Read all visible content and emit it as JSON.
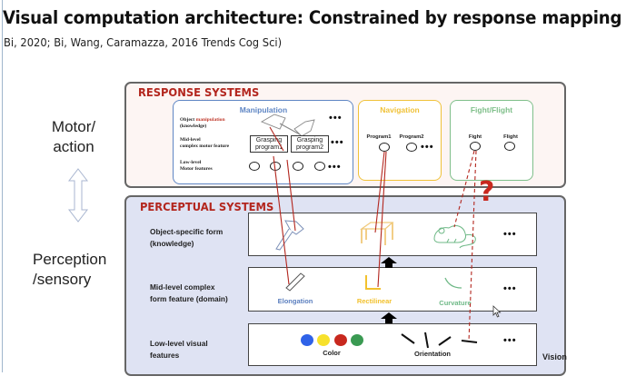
{
  "slide": {
    "title": "Visual computation architecture: Constrained by response mapping",
    "subtitle": "Bi, 2020; Bi, Wang, Caramazza, 2016 Trends Cog Sci)"
  },
  "side_labels": {
    "motor": [
      "Motor/",
      "action"
    ],
    "perception": [
      "Perception",
      "/sensory"
    ],
    "arrow_icon": "double-vertical-arrow"
  },
  "response_systems": {
    "title": "RESPONSE SYSTEMS",
    "row_labels": [
      {
        "line1_prefix": "Object ",
        "line1_highlight": "manipulation",
        "line2": "(knowledge)"
      },
      {
        "line1": "Mid-level",
        "line2": "complex motor feature"
      },
      {
        "line1": "Low-level",
        "line2": "Motor features"
      }
    ],
    "manipulation": {
      "title": "Manipulation",
      "programs": [
        {
          "line1": "Grasping",
          "line2": "program1"
        },
        {
          "line1": "Grasping",
          "line2": "program2"
        }
      ],
      "ellipsis": "•••"
    },
    "navigation": {
      "title": "Navigation",
      "programs": [
        "Program1",
        "Program2"
      ],
      "ellipsis": "•••"
    },
    "fight_flight": {
      "title": "Fight/Flight",
      "programs": [
        "Fight",
        "Flight"
      ]
    }
  },
  "perceptual_systems": {
    "title": "PERCEPTUAL SYSTEMS",
    "rows": [
      {
        "line1": "Object-specific form",
        "line2": "(knowledge)"
      },
      {
        "line1": "Mid-level complex",
        "line2": "form feature (domain)"
      },
      {
        "line1": "Low-level visual",
        "line2": "features"
      }
    ],
    "objects": [
      "axe",
      "table",
      "mouse"
    ],
    "mid_features": [
      {
        "label": "Elongation",
        "color": "#5b7fbf"
      },
      {
        "label": "Rectilinear",
        "color": "#f2c12e"
      },
      {
        "label": "Curvature",
        "color": "#6fb987"
      }
    ],
    "low_features": {
      "color_label": "Color",
      "colors": [
        "#2f62e8",
        "#f7e12c",
        "#c8281e",
        "#3a9a52"
      ],
      "orientation_label": "Orientation"
    },
    "ellipsis": "•••",
    "modality": "Vision"
  },
  "annotation": {
    "question_mark": "?",
    "color": "#c8281e"
  },
  "colors": {
    "response_title": "#b3261e",
    "manipulation": "#4a7cc9",
    "navigation": "#f0c239",
    "fight_flight": "#7fbf8a",
    "link_line": "#b3261e"
  }
}
